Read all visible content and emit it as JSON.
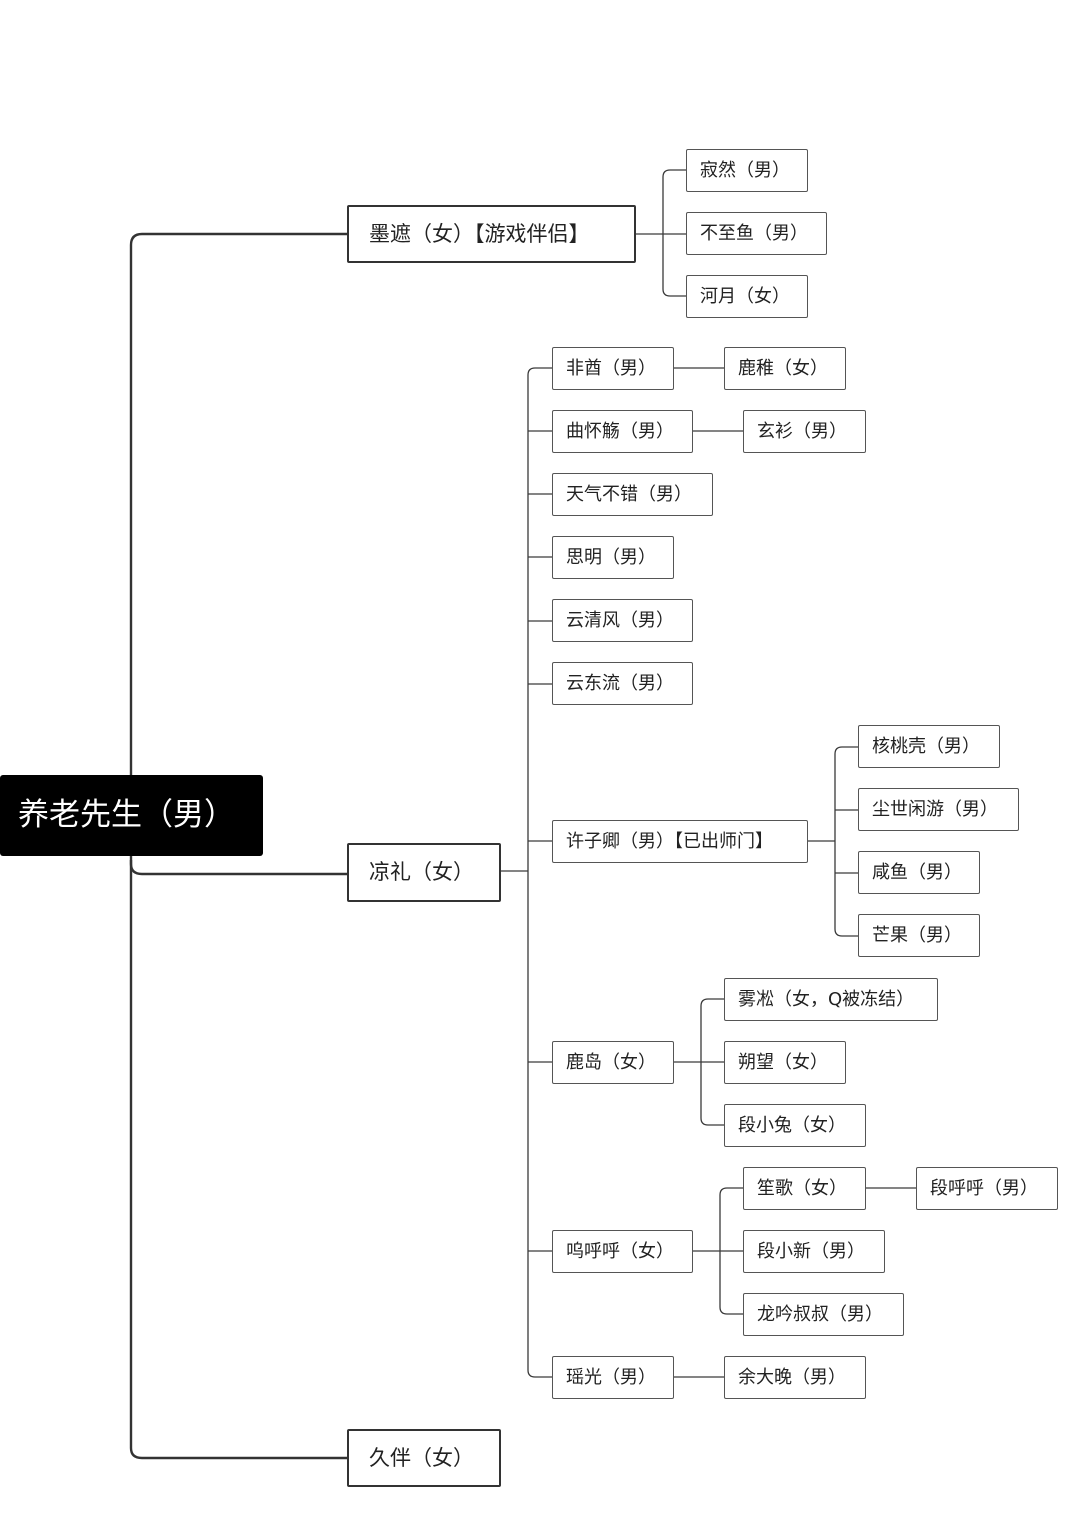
{
  "diagram": {
    "root": "养老先生（男）",
    "nodes": {
      "moche": "墨遮（女）【游戏伴侣】",
      "jiran": "寂然（男）",
      "buzhiyu": "不至鱼（男）",
      "heyue": "河月（女）",
      "liangli": "凉礼（女）",
      "feiyou": "非酋（男）",
      "luzhi": "鹿稚（女）",
      "quhuaishang": "曲怀觞（男）",
      "xuanshan": "玄衫（男）",
      "tianqibucuo": "天气不错（男）",
      "siming": "思明（男）",
      "yunqingfeng": "云清风（男）",
      "yundongliu": "云东流（男）",
      "xuziqing": "许子卿（男）【已出师门】",
      "hetaoke": "核桃壳（男）",
      "chenshixianyou": "尘世闲游（男）",
      "xianyu": "咸鱼（男）",
      "mangguo": "芒果（男）",
      "ludao": "鹿岛（女）",
      "wusong": "雾凇（女，Q被冻结）",
      "shuowang": "朔望（女）",
      "duanxiaotu": "段小兔（女）",
      "wuhuhu": "呜呼呼（女）",
      "shengge": "笙歌（女）",
      "duanhuhu": "段呼呼（男）",
      "duanxiaoxin": "段小新（男）",
      "longyinshushu": "龙吟叔叔（男）",
      "yaoguang": "瑶光（男）",
      "yudawan": "余大晚（男）",
      "jiuban": "久伴（女）"
    }
  }
}
